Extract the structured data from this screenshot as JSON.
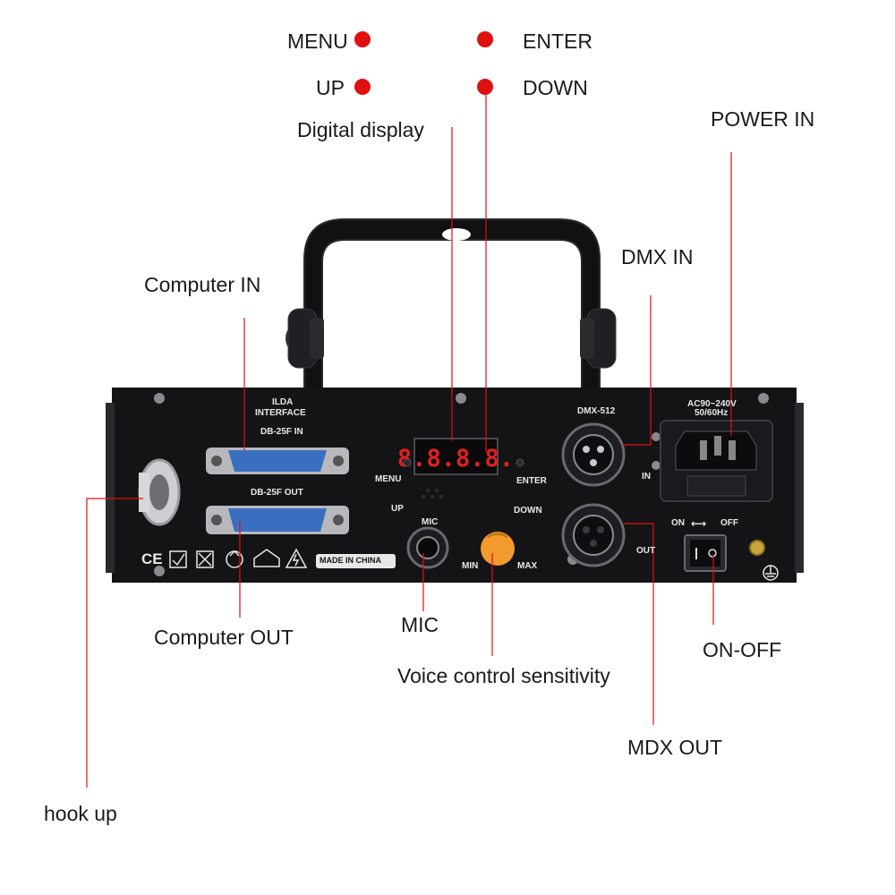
{
  "callouts": {
    "menu": "MENU",
    "enter": "ENTER",
    "up": "UP",
    "down": "DOWN",
    "digital_display": "Digital display",
    "power_in": "POWER IN",
    "dmx_in": "DMX IN",
    "computer_in": "Computer IN",
    "computer_out": "Computer OUT",
    "mic": "MIC",
    "voice_control": "Voice control sensitivity",
    "on_off": "ON-OFF",
    "mdx_out": "MDX OUT",
    "hook_up": "hook up"
  },
  "panel": {
    "ilda_line1": "ILDA",
    "ilda_line2": "INTERFACE",
    "db25_in": "DB-25F IN",
    "db25_out": "DB-25F OUT",
    "menu": "MENU",
    "up": "UP",
    "enter": "ENTER",
    "down": "DOWN",
    "mic": "MIC",
    "min": "MIN",
    "max": "MAX",
    "dmx512": "DMX-512",
    "in": "IN",
    "out": "OUT",
    "ac_line1": "AC90~240V",
    "ac_line2": "50/60Hz",
    "on": "ON",
    "off": "OFF",
    "made_in": "MADE IN CHINA",
    "ce": "CE",
    "display_value": "8.8.8.8."
  },
  "colors": {
    "leader_line": "#e01010",
    "dot": "#e01010",
    "panel": "#141416",
    "knob": "#f39a2e",
    "connector": "#3a6fc0"
  }
}
